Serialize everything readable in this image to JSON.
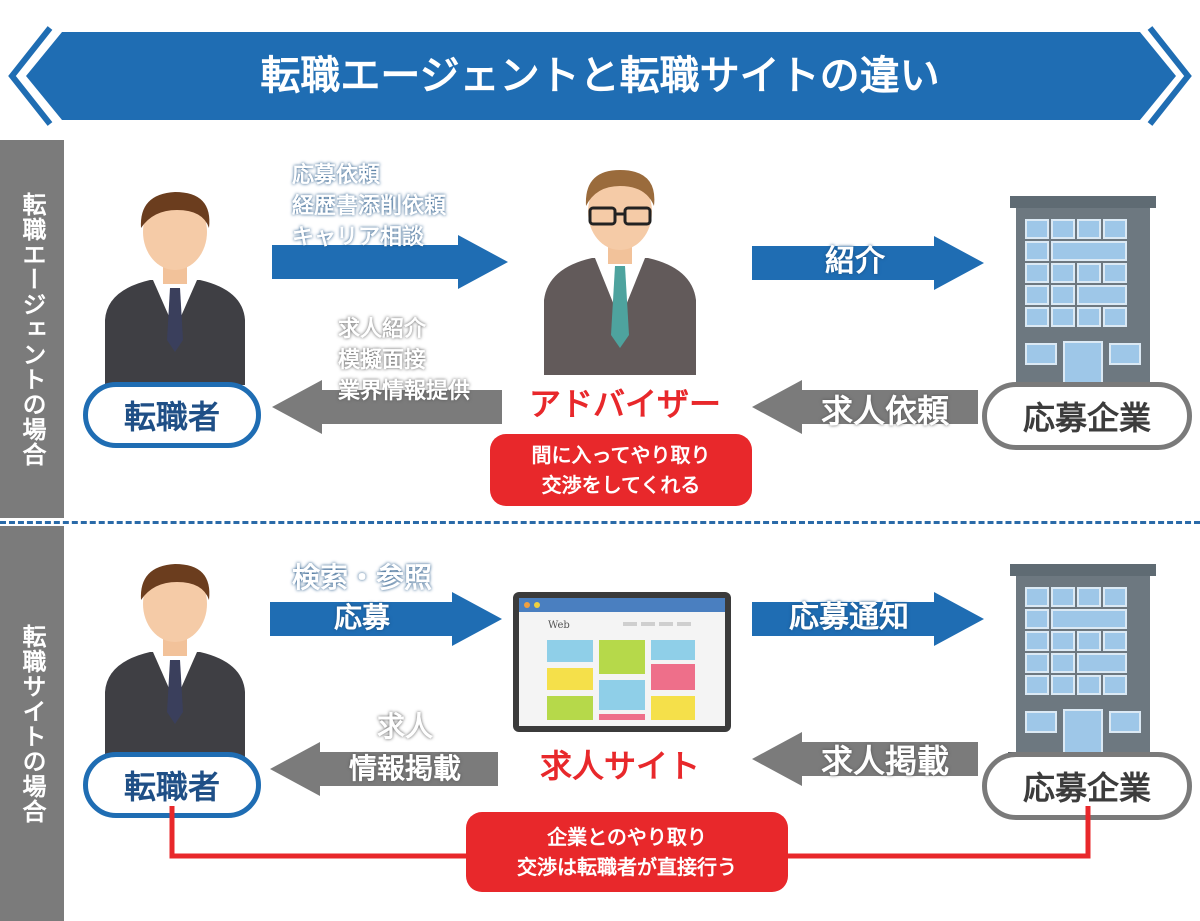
{
  "title": "転職エージェントと転職サイトの違い",
  "colors": {
    "header_blue": "#1f6db3",
    "accent_red": "#e8282b",
    "gray": "#7b7b7b"
  },
  "agent_section": {
    "side_label": "転職エージェントの場合",
    "seeker_label": "転職者",
    "arrow_to_advisor": [
      "応募依頼",
      "経歴書添削依頼",
      "キャリア相談"
    ],
    "arrow_to_seeker": [
      "求人紹介",
      "模擬面接",
      "業界情報提供"
    ],
    "advisor_label": "アドバイザー",
    "advisor_note": [
      "間に入ってやり取り",
      "交渉をしてくれる"
    ],
    "arrow_to_company": "紹介",
    "arrow_from_company": "求人依頼",
    "company_label": "応募企業"
  },
  "site_section": {
    "side_label": "転職サイトの場合",
    "seeker_label": "転職者",
    "arrow_to_site": [
      "検索・参照",
      "応募"
    ],
    "arrow_to_seeker": [
      "求人",
      "情報掲載"
    ],
    "site_label": "求人サイト",
    "browser_text": "Web",
    "arrow_to_company": "応募通知",
    "arrow_from_company": "求人掲載",
    "company_label": "応募企業",
    "bottom_note": [
      "企業とのやり取り",
      "交渉は転職者が直接行う"
    ]
  }
}
